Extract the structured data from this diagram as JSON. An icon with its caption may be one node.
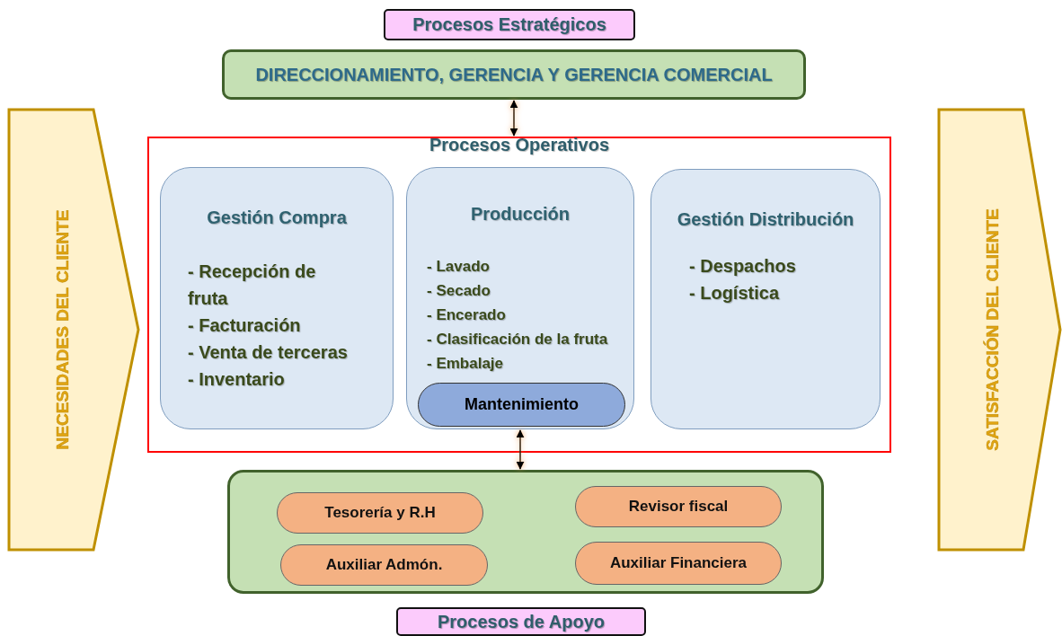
{
  "diagram": {
    "nodes": [
      {
        "text": [
          "Procesos Estratégicos"
        ]
      },
      {
        "text": [
          "DIRECCIONAMIENTO, GERENCIA Y GERENCIA COMERCIAL"
        ]
      },
      {
        "text": [
          "Procesos Operativos"
        ]
      },
      {
        "text": [
          "Gestión Compra",
          "- Recepción de fruta",
          "- Facturación",
          "- Venta de terceras",
          "- Inventario"
        ],
        "in": 2
      },
      {
        "text": [
          "Producción",
          "- Lavado",
          "- Secado",
          "- Encerado",
          "- Clasificación de la fruta",
          "- Embalaje"
        ],
        "in": 2
      },
      {
        "text": [
          "Mantenimiento"
        ],
        "in": 4
      },
      {
        "text": [
          "Gestión Distribución",
          "- Despachos",
          "- Logística"
        ],
        "in": 2
      },
      {
        "text": [],
        "shape": "box"
      },
      {
        "text": [
          "Tesorería y R.H"
        ],
        "in": 7
      },
      {
        "text": [
          "Auxiliar Admón."
        ],
        "in": 7
      },
      {
        "text": [
          "Revisor fiscal"
        ],
        "in": 7
      },
      {
        "text": [
          "Auxiliar Financiera"
        ],
        "in": 7
      },
      {
        "text": [
          "Procesos de Apoyo"
        ]
      },
      {
        "text": [
          "NECESIDADES DEL CLIENTE"
        ]
      },
      {
        "text": [
          "SATISFACCIÓN DEL CLIENTE"
        ]
      }
    ],
    "edges": [
      {
        "from": 1,
        "to": 2,
        "arrow": "both"
      },
      {
        "from": 4,
        "to": 7,
        "arrow": "both"
      }
    ]
  }
}
